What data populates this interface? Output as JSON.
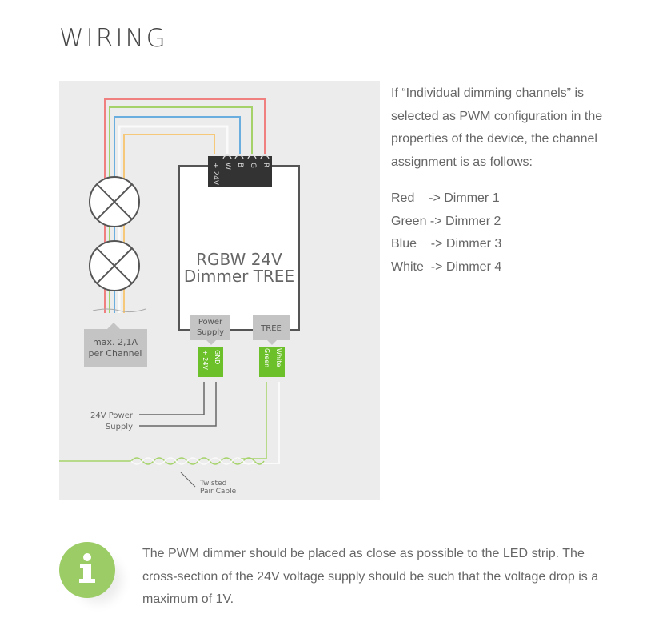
{
  "page": {
    "title": "WIRING"
  },
  "intro_text": "If “Individual dimming channels” is selected as PWM configuration in the properties of the device, the channel assignment is as follows:",
  "channel_mapping": [
    {
      "text": "Red    -> Dimmer 1"
    },
    {
      "text": "Green -> Dimmer 2"
    },
    {
      "text": "Blue    -> Dimmer 3"
    },
    {
      "text": "White  -> Dimmer 4"
    }
  ],
  "diagram": {
    "device_name_line1": "RGBW 24V",
    "device_name_line2": "Dimmer TREE",
    "top_terminal_labels": [
      "+ 24V",
      "W",
      "B",
      "G",
      "R"
    ],
    "power_supply_label_line1": "Power",
    "power_supply_label_line2": "Supply",
    "tree_label": "TREE",
    "power_terminal_labels": [
      "+ 24V",
      "GND"
    ],
    "tree_terminal_labels": [
      "Green",
      "White"
    ],
    "max_current_line1": "max. 2,1A",
    "max_current_line2": "per Channel",
    "psu_caption_line1": "24V Power",
    "psu_caption_line2": "Supply",
    "cable_caption_line1": "Twisted",
    "cable_caption_line2": "Pair Cable",
    "colors": {
      "red": "#f08080",
      "green": "#a5d36a",
      "blue": "#6aaee0",
      "white": "#f5f5f5",
      "yellow": "#f5c87a",
      "terminal_green": "#6cc02a",
      "label_gray": "#c4c4c4"
    }
  },
  "note": {
    "icon": "info-icon",
    "text": "The PWM dimmer should be placed as close as possible to the LED strip. The cross-section of the 24V voltage supply should be such that the voltage drop is a maximum of 1V."
  },
  "accent_color": "#9ccc65"
}
